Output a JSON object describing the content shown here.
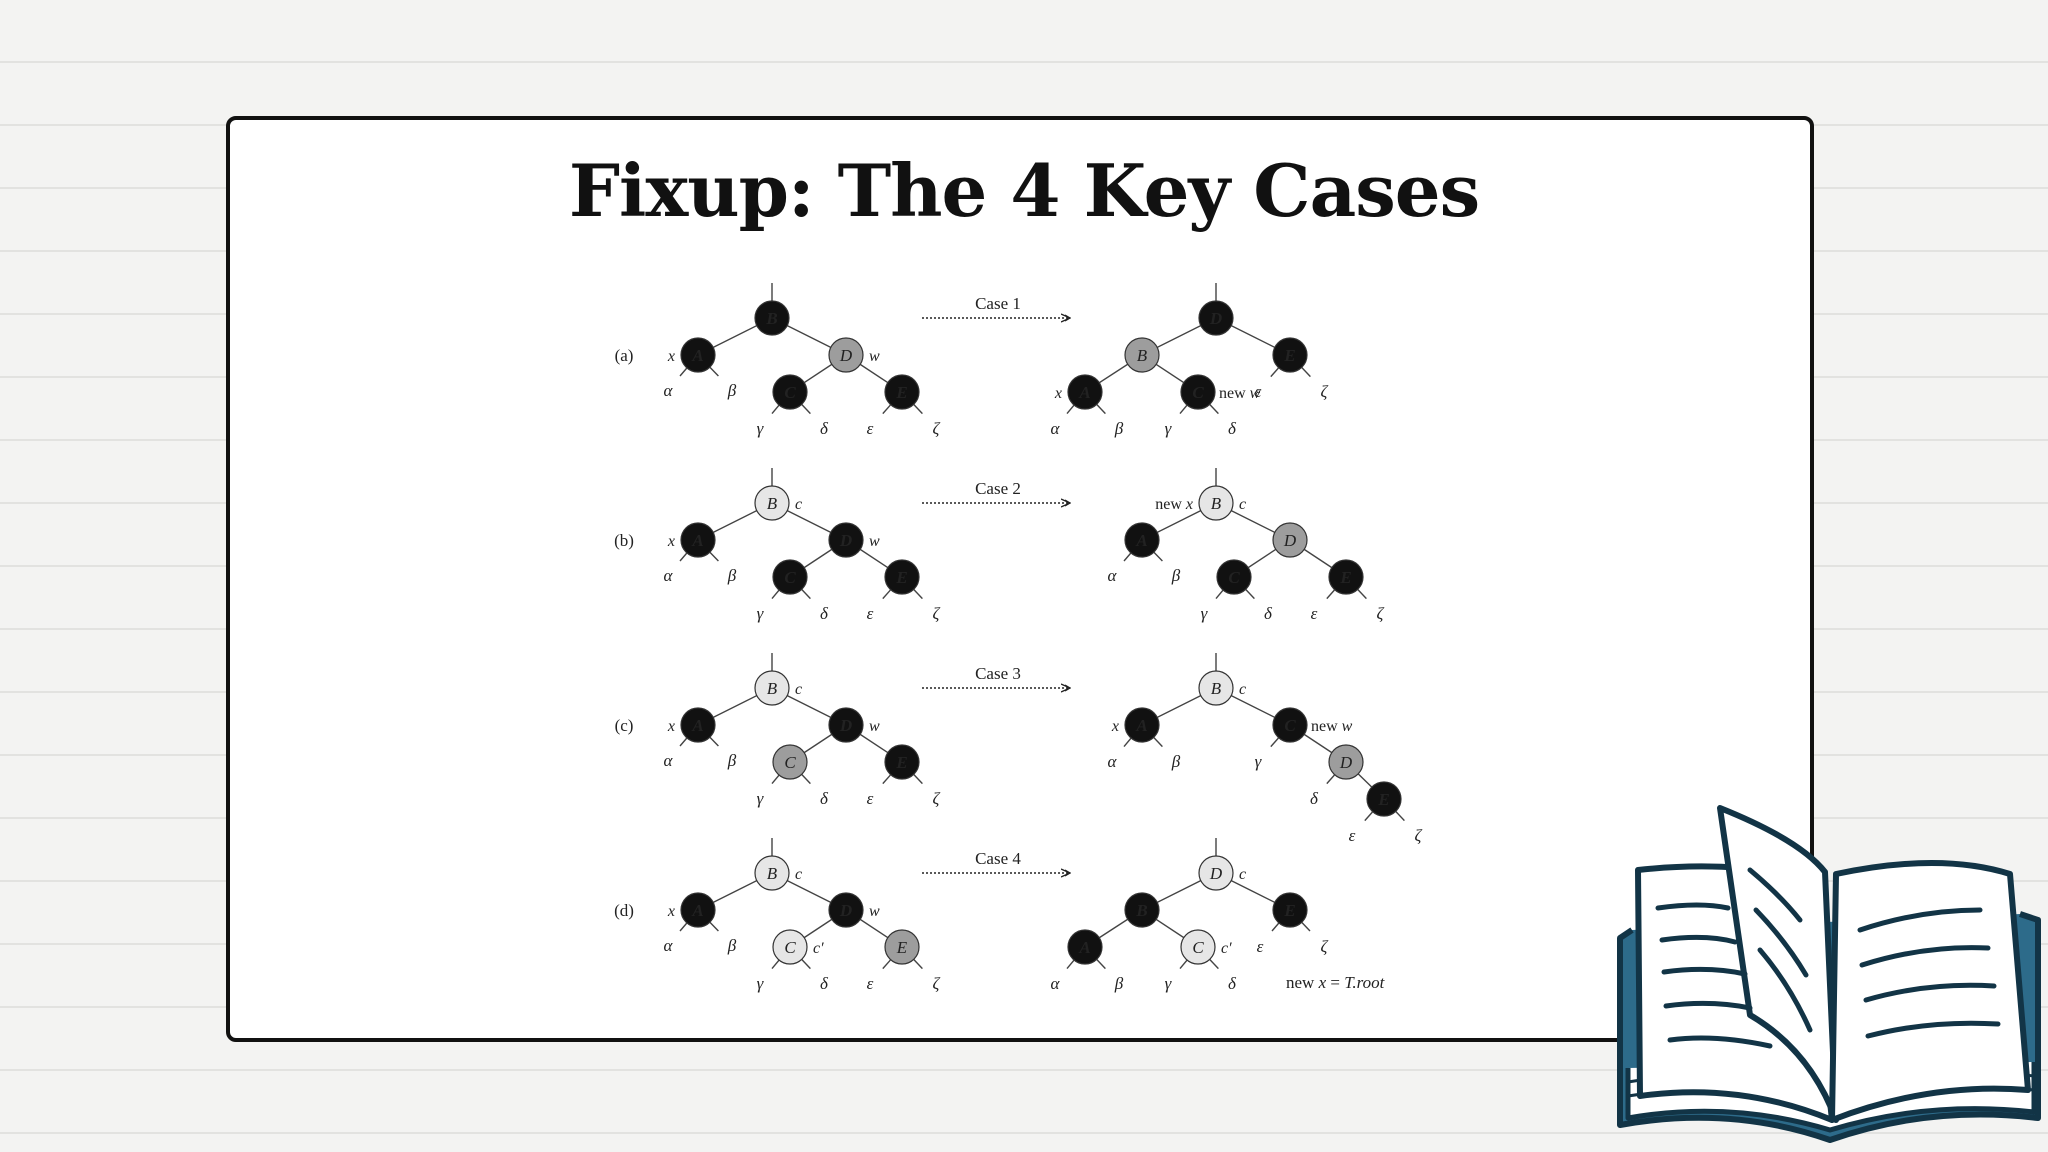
{
  "title": "Fixup: The 4 Key Cases",
  "colors": {
    "black_node": "#111111",
    "red_node": "#9d9d9d",
    "unknown_node": "#e6e6e6"
  },
  "rows": [
    {
      "label": "(a)",
      "arrow_label": "Case 1",
      "before": {
        "nodes": [
          {
            "key": "B",
            "color": "black"
          },
          {
            "key": "A",
            "color": "black",
            "tag": "x"
          },
          {
            "key": "D",
            "color": "red",
            "tag": "w"
          },
          {
            "key": "C",
            "color": "black"
          },
          {
            "key": "E",
            "color": "black"
          }
        ],
        "subtrees": [
          "α",
          "β",
          "γ",
          "δ",
          "ε",
          "ζ"
        ]
      },
      "after": {
        "nodes": [
          {
            "key": "D",
            "color": "black"
          },
          {
            "key": "B",
            "color": "red"
          },
          {
            "key": "E",
            "color": "black"
          },
          {
            "key": "A",
            "color": "black",
            "tag": "x"
          },
          {
            "key": "C",
            "color": "black",
            "tag": "new w"
          }
        ],
        "subtrees": [
          "α",
          "β",
          "γ",
          "δ",
          "ε",
          "ζ"
        ]
      }
    },
    {
      "label": "(b)",
      "arrow_label": "Case 2",
      "before": {
        "nodes": [
          {
            "key": "B",
            "color": "unknown",
            "tag": "c"
          },
          {
            "key": "A",
            "color": "black",
            "tag": "x"
          },
          {
            "key": "D",
            "color": "black",
            "tag": "w"
          },
          {
            "key": "C",
            "color": "black"
          },
          {
            "key": "E",
            "color": "black"
          }
        ],
        "subtrees": [
          "α",
          "β",
          "γ",
          "δ",
          "ε",
          "ζ"
        ]
      },
      "after": {
        "nodes": [
          {
            "key": "B",
            "color": "unknown",
            "tag": "c",
            "pre": "new x"
          },
          {
            "key": "A",
            "color": "black"
          },
          {
            "key": "D",
            "color": "red"
          },
          {
            "key": "C",
            "color": "black"
          },
          {
            "key": "E",
            "color": "black"
          }
        ],
        "subtrees": [
          "α",
          "β",
          "γ",
          "δ",
          "ε",
          "ζ"
        ]
      }
    },
    {
      "label": "(c)",
      "arrow_label": "Case 3",
      "before": {
        "nodes": [
          {
            "key": "B",
            "color": "unknown",
            "tag": "c"
          },
          {
            "key": "A",
            "color": "black",
            "tag": "x"
          },
          {
            "key": "D",
            "color": "black",
            "tag": "w"
          },
          {
            "key": "C",
            "color": "red"
          },
          {
            "key": "E",
            "color": "black"
          }
        ],
        "subtrees": [
          "α",
          "β",
          "γ",
          "δ",
          "ε",
          "ζ"
        ]
      },
      "after": {
        "nodes": [
          {
            "key": "B",
            "color": "unknown",
            "tag": "c"
          },
          {
            "key": "A",
            "color": "black",
            "tag": "x"
          },
          {
            "key": "C",
            "color": "black",
            "tag": "new w"
          },
          {
            "key": "D",
            "color": "red"
          },
          {
            "key": "E",
            "color": "black"
          }
        ],
        "subtrees": [
          "α",
          "β",
          "γ",
          "δ",
          "ε",
          "ζ"
        ]
      }
    },
    {
      "label": "(d)",
      "arrow_label": "Case 4",
      "before": {
        "nodes": [
          {
            "key": "B",
            "color": "unknown",
            "tag": "c"
          },
          {
            "key": "A",
            "color": "black",
            "tag": "x"
          },
          {
            "key": "D",
            "color": "black",
            "tag": "w"
          },
          {
            "key": "C",
            "color": "unknown",
            "tag": "c′"
          },
          {
            "key": "E",
            "color": "red"
          }
        ],
        "subtrees": [
          "α",
          "β",
          "γ",
          "δ",
          "ε",
          "ζ"
        ]
      },
      "after": {
        "nodes": [
          {
            "key": "D",
            "color": "unknown",
            "tag": "c"
          },
          {
            "key": "B",
            "color": "black"
          },
          {
            "key": "E",
            "color": "black"
          },
          {
            "key": "A",
            "color": "black"
          },
          {
            "key": "C",
            "color": "unknown",
            "tag": "c′"
          }
        ],
        "subtrees": [
          "α",
          "β",
          "γ",
          "δ",
          "ε",
          "ζ"
        ],
        "note_prefix": "new x = ",
        "note_value": "T.root"
      }
    }
  ]
}
